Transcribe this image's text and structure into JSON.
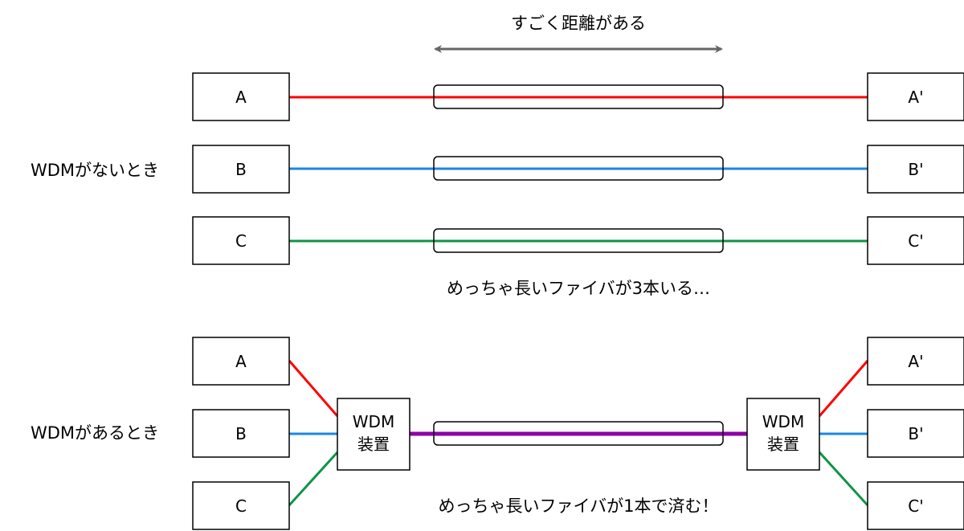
{
  "labels": {
    "distance": "すごく距離がある",
    "without_wdm": "WDMがないとき",
    "with_wdm": "WDMがあるとき",
    "three_fibers": "めっちゃ長いファイバが3本いる…",
    "one_fiber": "めっちゃ長いファイバが1本で済む！"
  },
  "top_section": {
    "left_nodes": [
      "A",
      "B",
      "C"
    ],
    "right_nodes": [
      "A'",
      "B'",
      "C'"
    ]
  },
  "bottom_section": {
    "left_nodes": [
      "A",
      "B",
      "C"
    ],
    "right_nodes": [
      "A'",
      "B'",
      "C'"
    ],
    "wdm_left": [
      "WDM",
      "装置"
    ],
    "wdm_right": [
      "WDM",
      "装置"
    ]
  },
  "colors": {
    "channel_a": "#ff0000",
    "channel_b": "#1a87e8",
    "channel_c": "#109447",
    "combined": "#8b00a5",
    "arrow": "#666666",
    "stroke": "#000000"
  }
}
